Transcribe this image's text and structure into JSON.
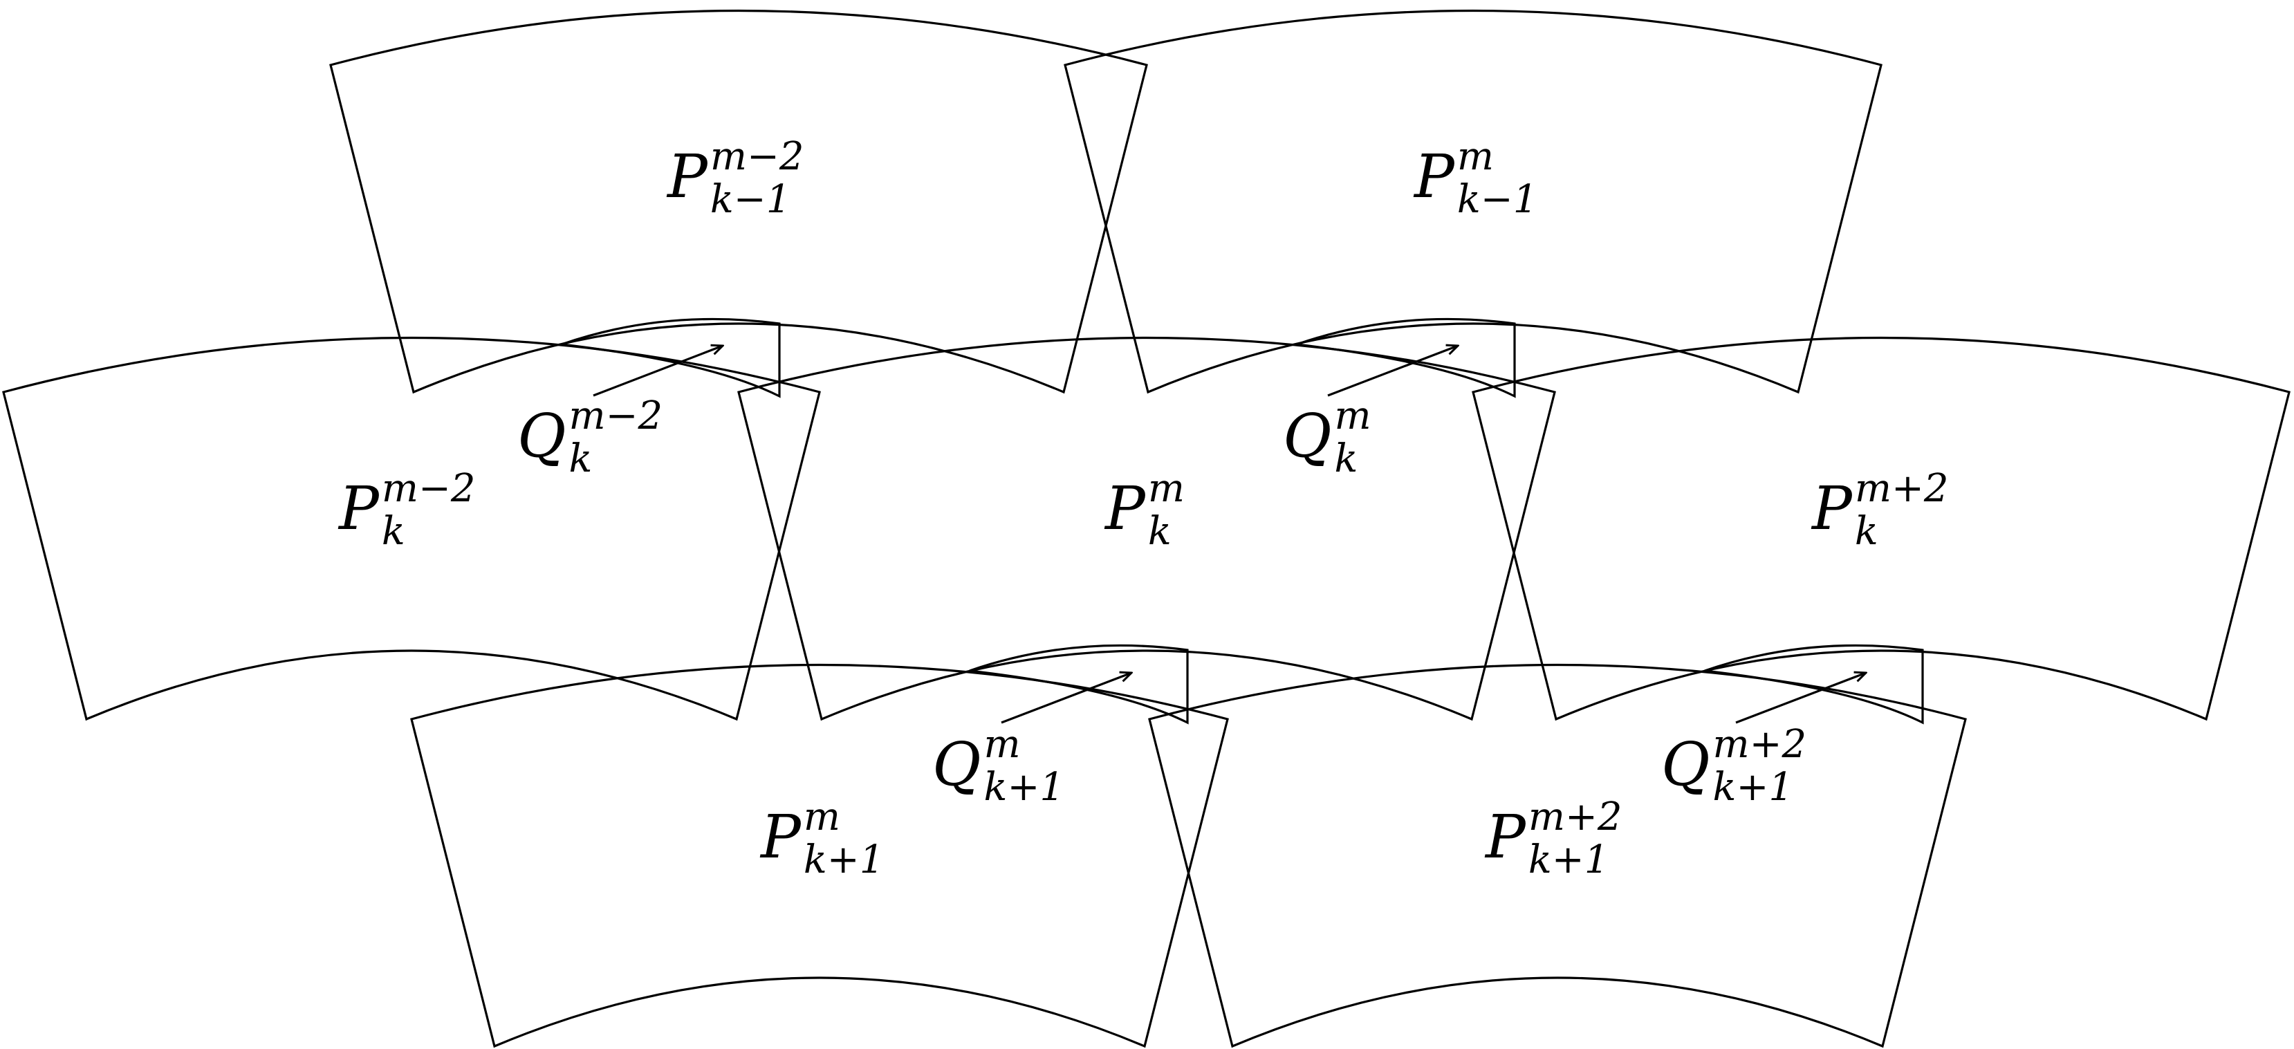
{
  "cells": [
    {
      "id": "km1_mm2",
      "base": "P",
      "sub": "k−1",
      "sup": "m−2"
    },
    {
      "id": "km1_m",
      "base": "P",
      "sub": "k−1",
      "sup": "m"
    },
    {
      "id": "k_mm2",
      "base": "P",
      "sub": "k",
      "sup": "m−2"
    },
    {
      "id": "k_m",
      "base": "P",
      "sub": "k",
      "sup": "m"
    },
    {
      "id": "k_mp2",
      "base": "P",
      "sub": "k",
      "sup": "m+2"
    },
    {
      "id": "kp1_m",
      "base": "P",
      "sub": "k+1",
      "sup": "m"
    },
    {
      "id": "kp1_mp2",
      "base": "P",
      "sub": "k+1",
      "sup": "m+2"
    }
  ],
  "overlaps": [
    {
      "id": "q_k_mm2",
      "base": "Q",
      "sub": "k",
      "sup": "m−2"
    },
    {
      "id": "q_k_m",
      "base": "Q",
      "sub": "k",
      "sup": "m"
    },
    {
      "id": "q_kp1_m",
      "base": "Q",
      "sub": "k+1",
      "sup": "m"
    },
    {
      "id": "q_kp1_mp2",
      "base": "Q",
      "sub": "k+1",
      "sup": "m+2"
    }
  ]
}
